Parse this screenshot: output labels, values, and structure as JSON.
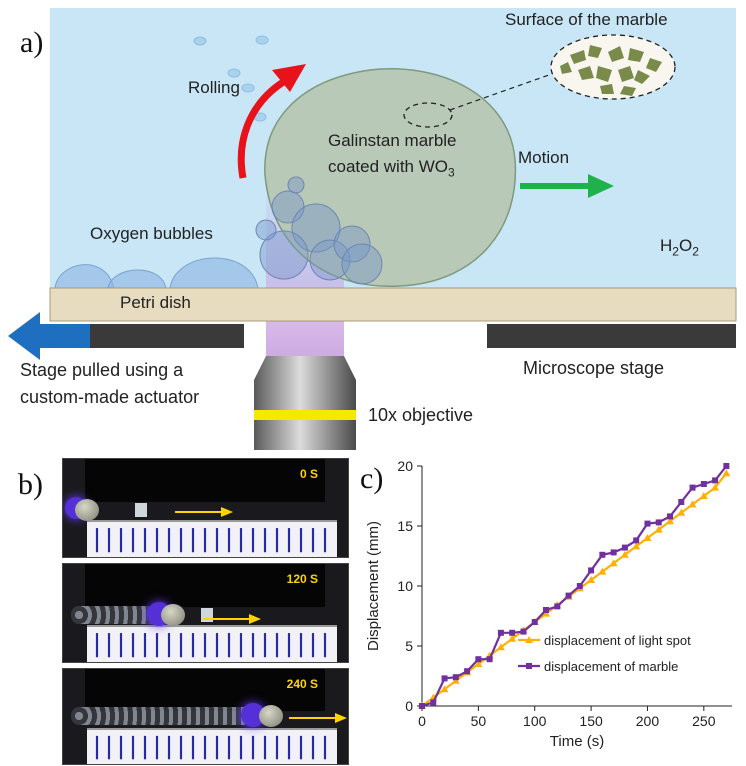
{
  "panel_a": {
    "letter": "a)",
    "labels": {
      "surface": "Surface of the marble",
      "rolling": "Rolling",
      "marble_line1": "Galinstan marble",
      "marble_line2_prefix": "coated with WO",
      "marble_line2_sub": "3",
      "motion": "Motion",
      "bubbles": "Oxygen bubbles",
      "h2o2_prefix": "H",
      "h2o2_sub1": "2",
      "h2o2_mid": "O",
      "h2o2_sub2": "2",
      "petri": "Petri dish",
      "stage_line1": "Stage pulled using a",
      "stage_line2": "custom-made actuator",
      "microscope": "Microscope stage",
      "objective": "10x objective"
    },
    "colors": {
      "liquid": "#c8e6f6",
      "marble": "#b8c8b8",
      "petri": "#e7dcc0",
      "stage": "#3a3a3a",
      "rolling_arrow": "#e8121a",
      "motion_arrow": "#1fb14a",
      "pull_arrow": "#1f6fc0",
      "light": "#c9a2e0",
      "objective_band": "#f7e800"
    }
  },
  "panel_b": {
    "letter": "b)",
    "frames": [
      {
        "time": "0 S"
      },
      {
        "time": "120 S"
      },
      {
        "time": "240 S"
      }
    ]
  },
  "panel_c": {
    "letter": "c)",
    "chart_data": {
      "type": "line",
      "xlabel": "Time (s)",
      "ylabel": "Displacement (mm)",
      "xlim": [
        0,
        275
      ],
      "ylim": [
        0,
        20
      ],
      "xticks": [
        0,
        50,
        100,
        150,
        200,
        250
      ],
      "yticks": [
        0,
        5,
        10,
        15,
        20
      ],
      "grid": false,
      "legend": "bottom-right",
      "series": [
        {
          "name": "displacement of light spot",
          "color": "#ffb000",
          "marker": "triangle",
          "x": [
            0,
            10,
            20,
            30,
            40,
            50,
            60,
            70,
            80,
            90,
            100,
            110,
            120,
            130,
            140,
            150,
            160,
            170,
            180,
            190,
            200,
            210,
            220,
            230,
            240,
            250,
            260,
            270
          ],
          "y": [
            0,
            0.7,
            1.4,
            2.1,
            2.8,
            3.5,
            4.2,
            4.9,
            5.6,
            6.3,
            7.0,
            7.7,
            8.4,
            9.1,
            9.8,
            10.5,
            11.2,
            11.9,
            12.6,
            13.3,
            14.0,
            14.7,
            15.4,
            16.1,
            16.8,
            17.5,
            18.2,
            19.4
          ]
        },
        {
          "name": "displacement of marble",
          "color": "#7030a0",
          "marker": "square",
          "x": [
            0,
            10,
            20,
            30,
            40,
            50,
            60,
            70,
            80,
            90,
            100,
            110,
            120,
            130,
            140,
            150,
            160,
            170,
            180,
            190,
            200,
            210,
            220,
            230,
            240,
            250,
            260,
            270
          ],
          "y": [
            0,
            0.3,
            2.3,
            2.4,
            2.9,
            3.9,
            3.9,
            6.1,
            6.1,
            6.2,
            7.0,
            8.0,
            8.3,
            9.2,
            10.0,
            11.3,
            12.6,
            12.8,
            13.2,
            13.8,
            15.2,
            15.3,
            15.8,
            17.0,
            18.2,
            18.5,
            18.8,
            20.0
          ]
        }
      ]
    }
  }
}
